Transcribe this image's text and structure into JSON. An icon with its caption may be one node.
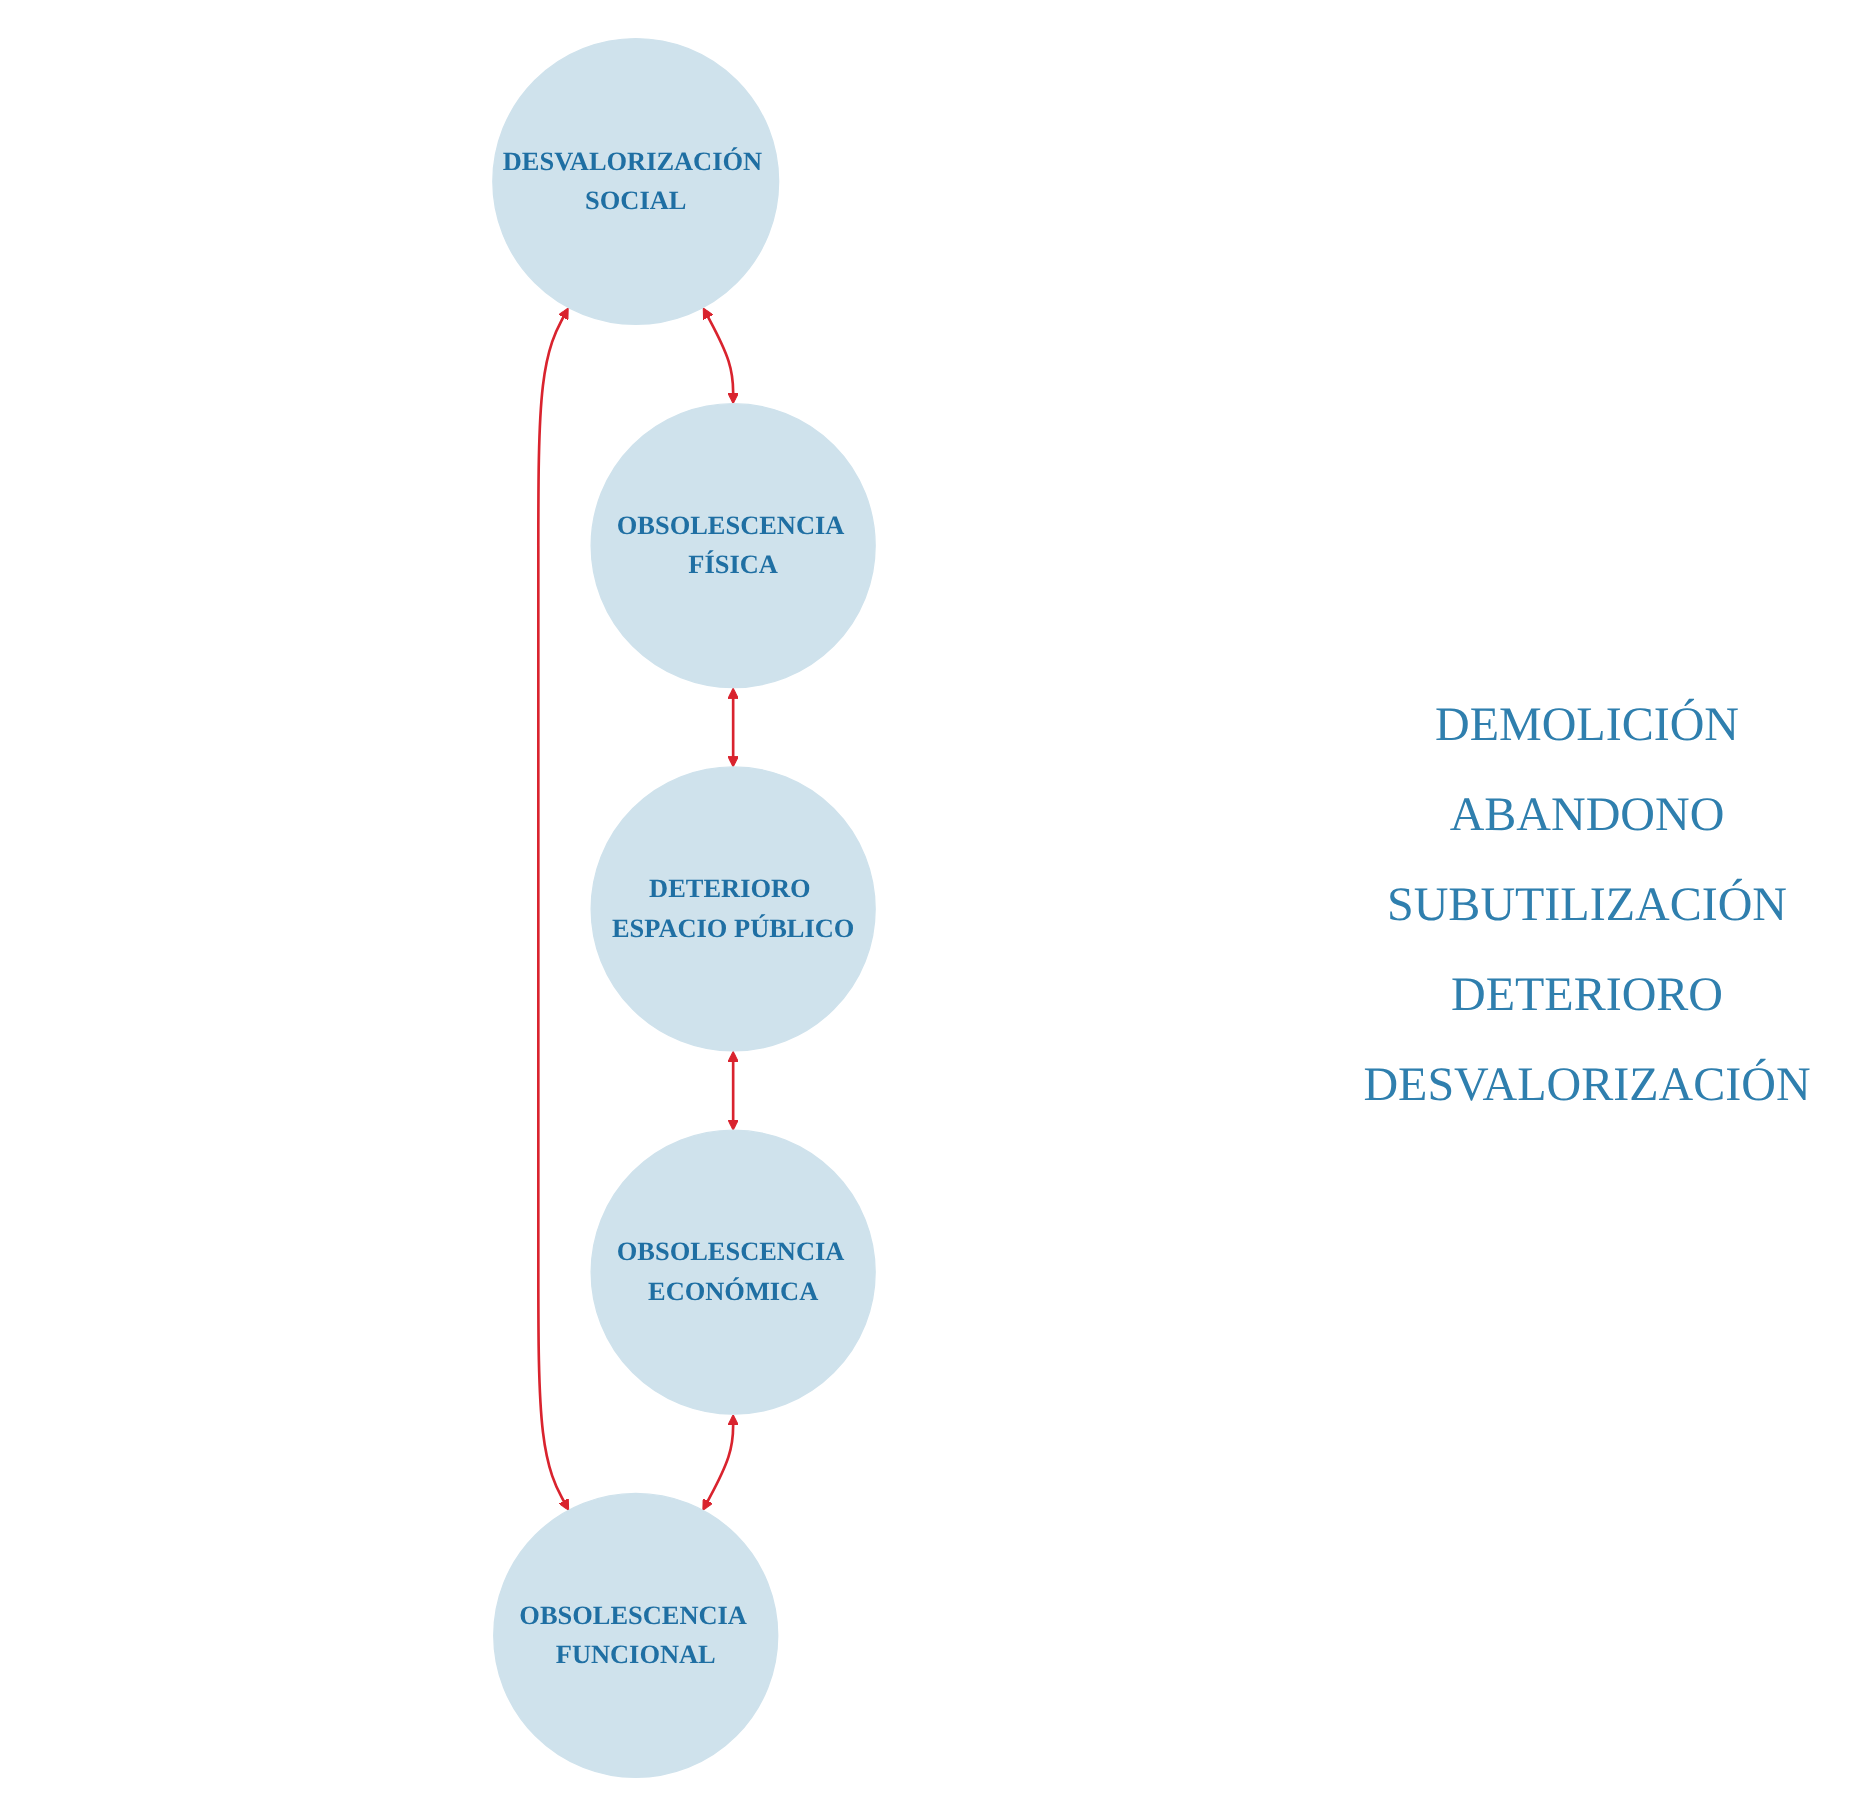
{
  "diagram": {
    "nodes": [
      {
        "text": [
          "DESVALORIZACIÓN SOCIAL"
        ]
      },
      {
        "text": [
          "OBSOLESCENCIA FUNCIONAL"
        ]
      },
      {
        "text": [
          "OBSOLESCENCIA FÍSICA"
        ]
      },
      {
        "text": [
          "OBSOLESCENCIA ECONÓMICA"
        ]
      },
      {
        "text": [
          "DETERIORO ESPACIO PÚBLICO"
        ]
      }
    ],
    "edges": [
      {
        "from": 0,
        "to": 1,
        "arrow": "both"
      },
      {
        "from": 0,
        "to": 2,
        "arrow": "both"
      },
      {
        "from": 2,
        "to": 4,
        "arrow": "both"
      },
      {
        "from": 4,
        "to": 3,
        "arrow": "both"
      },
      {
        "from": 3,
        "to": 1,
        "arrow": "both"
      }
    ],
    "labels": [
      "DEMOLICIÓN",
      "ABANDONO",
      "SUBUTILIZACIÓN",
      "DETERIORO",
      "DESVALORIZACIÓN"
    ]
  }
}
